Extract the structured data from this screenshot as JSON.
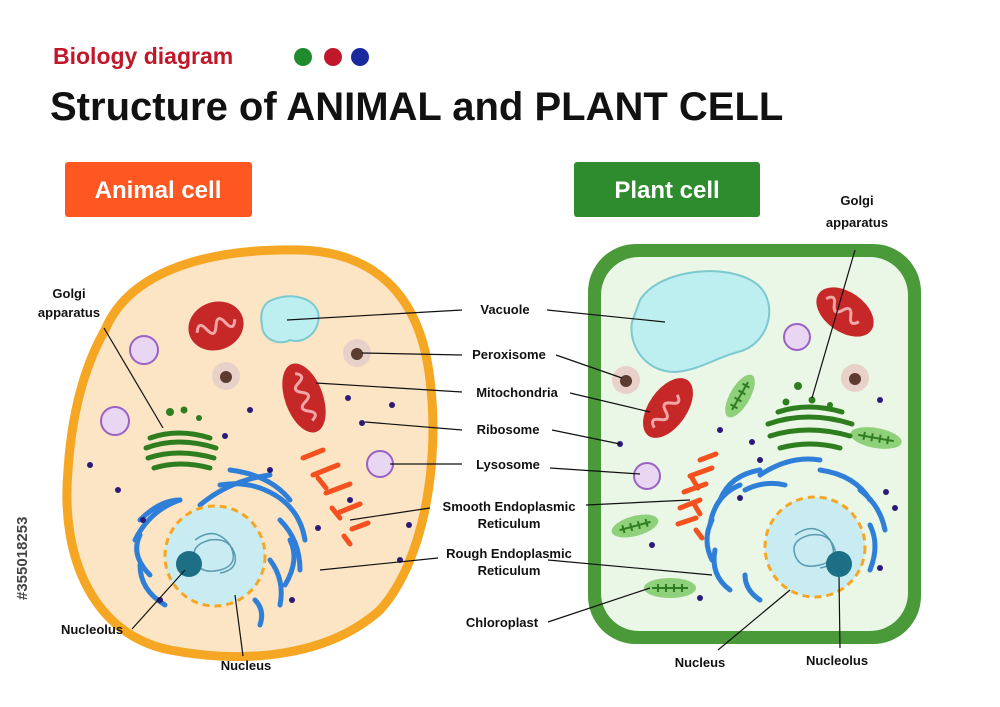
{
  "header": {
    "kicker": "Biology diagram",
    "title": "Structure of ANIMAL and PLANT CELL"
  },
  "panels": {
    "animal": {
      "title": "Animal cell"
    },
    "plant": {
      "title": "Plant cell"
    }
  },
  "labels": {
    "golgi_left_line1": "Golgi",
    "golgi_left_line2": "apparatus",
    "golgi_right_line1": "Golgi",
    "golgi_right_line2": "apparatus",
    "vacuole": "Vacuole",
    "peroxisome": "Peroxisome",
    "mitochondria": "Mitochondria",
    "ribosome": "Ribosome",
    "lysosome": "Lysosome",
    "smooth_er_line1": "Smooth Endoplasmic",
    "smooth_er_line2": "Reticulum",
    "rough_er_line1": "Rough Endoplasmic",
    "rough_er_line2": "Reticulum",
    "chloroplast": "Chloroplast",
    "nucleolus_left": "Nucleolus",
    "nucleus_left": "Nucleus",
    "nucleus_right": "Nucleus",
    "nucleolus_right": "Nucleolus"
  },
  "watermark": {
    "stock_id": "#355018253"
  },
  "colors": {
    "kicker": "#c0182a",
    "dot_green": "#1f8b2e",
    "dot_red": "#c0182a",
    "dot_blue": "#1a2a9c",
    "animal_pill": "#ff5722",
    "plant_pill": "#2e8b2e",
    "animal_membrane": "#f5a623",
    "animal_cytoplasm": "#fbe5c5",
    "plant_wall": "#4a9a3a",
    "plant_cytoplasm": "#eaf6e6",
    "mitochondria": "#c62828",
    "vacuole": "#bdeef0",
    "rough_er": "#2f7fd8",
    "smooth_er": "#f4511e",
    "golgi": "#2e7d1e",
    "nucleus": "#c9ecf2",
    "nucleolus": "#1d6f85",
    "lysosome": "#e9d6f3",
    "chloroplast": "#8fd07a",
    "ribosome": "#2b1a7a"
  }
}
